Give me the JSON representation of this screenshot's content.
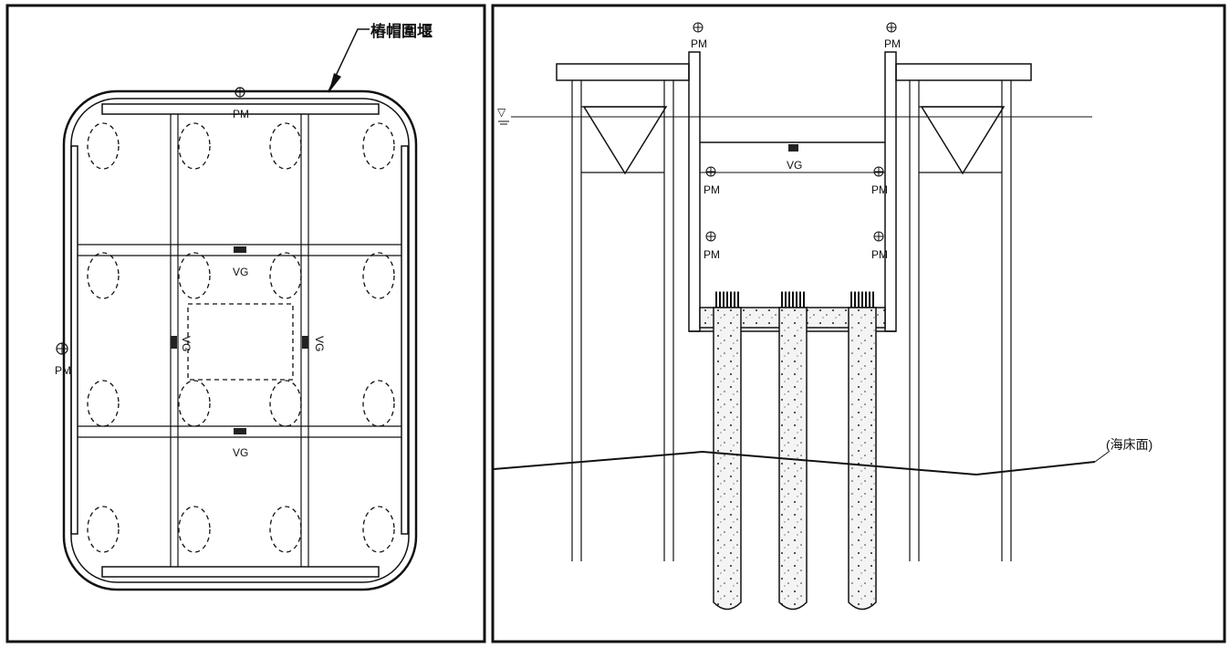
{
  "plan_view": {
    "callout_label": "樁帽圍堰",
    "pm_label": "PM",
    "vg_label": "VG"
  },
  "section_view": {
    "pm_label": "PM",
    "vg_label": "VG",
    "seabed_label": "(海床面)",
    "water_level_symbol": "▽"
  },
  "colors": {
    "line": "#111111",
    "background": "#ffffff"
  }
}
